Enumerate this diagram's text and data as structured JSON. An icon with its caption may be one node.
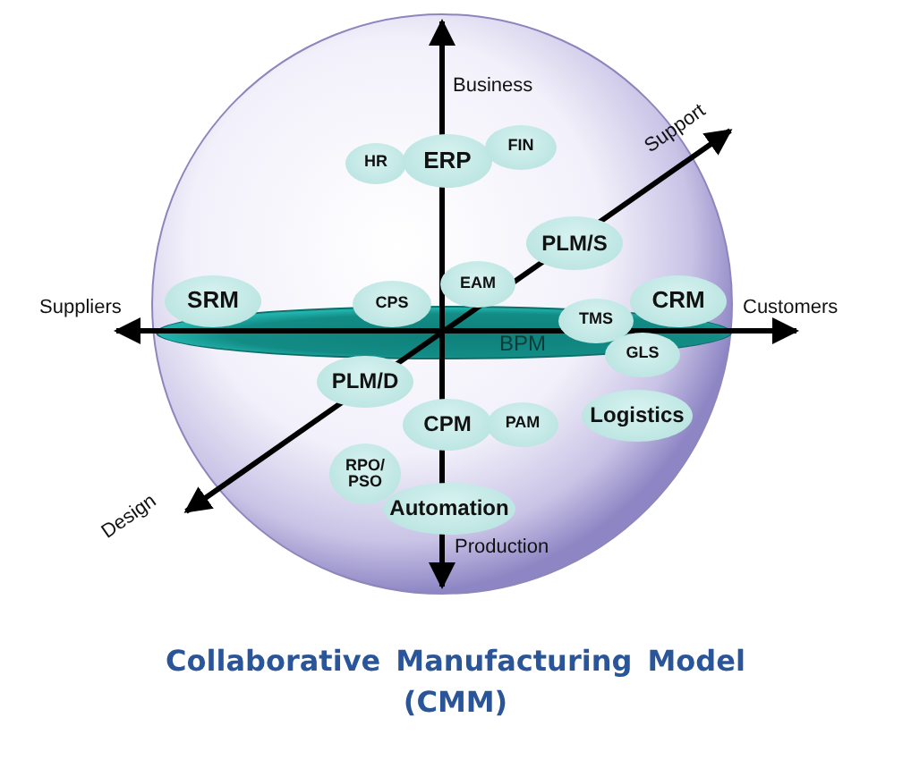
{
  "diagram": {
    "title": "Collaborative Manufacturing Model (CMM)",
    "nodes": [
      {
        "text": [
          "HR"
        ]
      },
      {
        "text": [
          "ERP"
        ]
      },
      {
        "text": [
          "FIN"
        ]
      },
      {
        "text": [
          "PLM/S"
        ]
      },
      {
        "text": [
          "EAM"
        ]
      },
      {
        "text": [
          "SRM"
        ]
      },
      {
        "text": [
          "CPS"
        ]
      },
      {
        "text": [
          "CRM"
        ]
      },
      {
        "text": [
          "TMS"
        ]
      },
      {
        "text": [
          "BPM"
        ]
      },
      {
        "text": [
          "GLS"
        ]
      },
      {
        "text": [
          "PLM/D"
        ]
      },
      {
        "text": [
          "CPM"
        ]
      },
      {
        "text": [
          "PAM"
        ]
      },
      {
        "text": [
          "Logistics"
        ]
      },
      {
        "text": [
          "RPO/ PSO"
        ]
      },
      {
        "text": [
          "Automation"
        ]
      }
    ],
    "labels": [
      "Business",
      "Support",
      "Suppliers",
      "Customers",
      "Design",
      "Production"
    ]
  }
}
